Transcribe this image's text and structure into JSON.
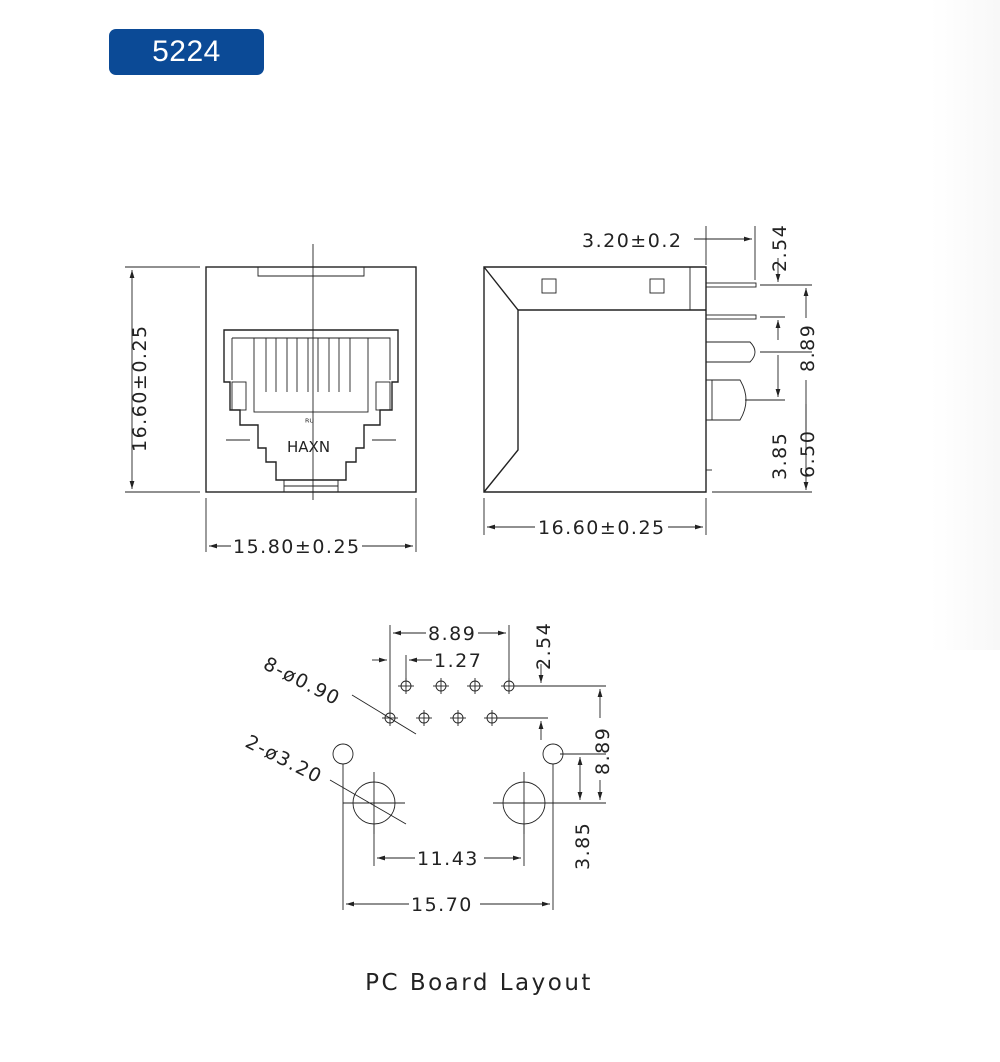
{
  "badge": {
    "label": "5224",
    "color": "#0b4a96"
  },
  "front_view": {
    "marking": "HAXN",
    "height_dim": "16.60±0.25",
    "width_dim": "15.80±0.25"
  },
  "side_view": {
    "top_dim": "3.20±0.2",
    "pin_pitch_dim": "2.54",
    "overall_pin_dim": "8.89",
    "post_dim": "3.85",
    "post_height_dim": "6.50",
    "depth_dim": "16.60±0.25"
  },
  "pcb_layout": {
    "row_span_dim": "8.89",
    "pin_pitch_dim": "1.27",
    "row_spacing_dim": "2.54",
    "pin_hole_callout": "8-ø0.90",
    "post_hole_callout": "2-ø3.20",
    "vertical_span_dim": "8.89",
    "post_offset_dim": "3.85",
    "post_spacing_dim": "11.43",
    "outer_spacing_dim": "15.70",
    "caption": "PC Board Layout"
  }
}
